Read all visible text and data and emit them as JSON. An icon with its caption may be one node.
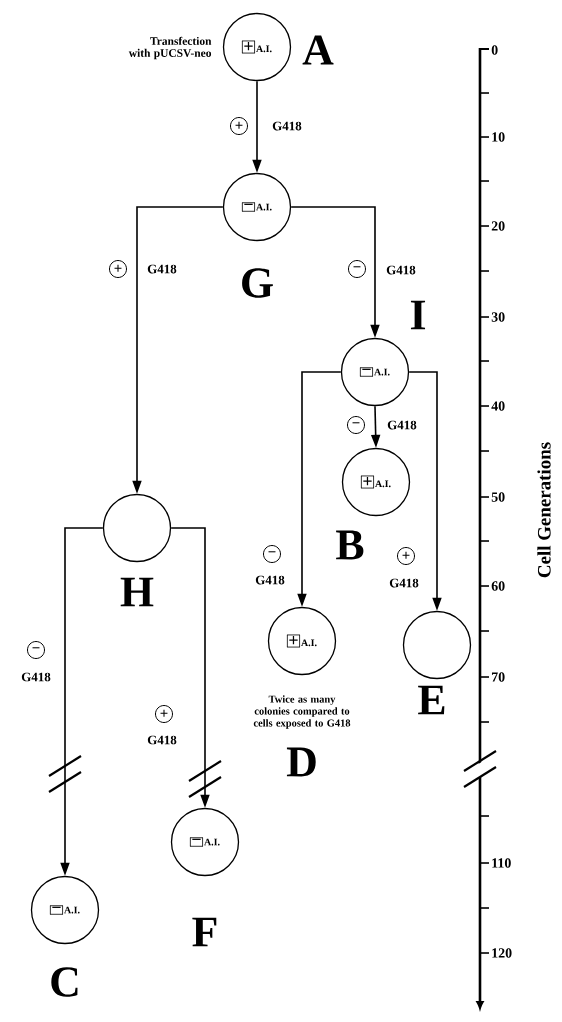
{
  "diagram": {
    "nodes": [
      {
        "text": [
          "+",
          "A.I."
        ],
        "beside": [
          "Transfection with pUCSV-neo",
          "A"
        ]
      },
      {
        "text": [
          "−",
          "A.I."
        ],
        "beside": [
          "G"
        ]
      },
      {
        "text": [
          "−",
          "A.I."
        ],
        "beside": [
          "I"
        ]
      },
      {
        "text": [
          "+",
          "A.I."
        ],
        "beside": [
          "B"
        ]
      },
      {
        "text": [],
        "shape": "circle",
        "beside": [
          "H"
        ]
      },
      {
        "text": [
          "+",
          "A.I."
        ],
        "beside": [
          "Twice as many colonies compared to cells exposed to G418",
          "D"
        ]
      },
      {
        "text": [],
        "shape": "circle",
        "beside": [
          "E"
        ]
      },
      {
        "text": [
          "−",
          "A.I."
        ],
        "beside": [
          "F"
        ]
      },
      {
        "text": [
          "−",
          "A.I."
        ],
        "beside": [
          "C"
        ]
      }
    ],
    "edges": [
      {
        "from": 0,
        "to": 1,
        "arrow": "to",
        "label": "G418"
      },
      {
        "from": 1,
        "to": 4,
        "arrow": "to",
        "label": "G418"
      },
      {
        "from": 1,
        "to": 2,
        "arrow": "to",
        "label": "G418"
      },
      {
        "from": 2,
        "to": 3,
        "arrow": "to",
        "label": "G418"
      },
      {
        "from": 2,
        "to": 5,
        "arrow": "to",
        "label": "G418"
      },
      {
        "from": 2,
        "to": 6,
        "arrow": "to",
        "label": "G418"
      },
      {
        "from": 4,
        "to": 8,
        "arrow": "to",
        "label": "G418"
      },
      {
        "from": 4,
        "to": 7,
        "arrow": "to",
        "label": "G418"
      }
    ],
    "labels": [
      "+",
      "+",
      "−",
      "−",
      "−",
      "+",
      "−",
      "+",
      "0",
      "10",
      "20",
      "30",
      "40",
      "50",
      "60",
      "70",
      "110",
      "120",
      "Cell Generations"
    ]
  }
}
